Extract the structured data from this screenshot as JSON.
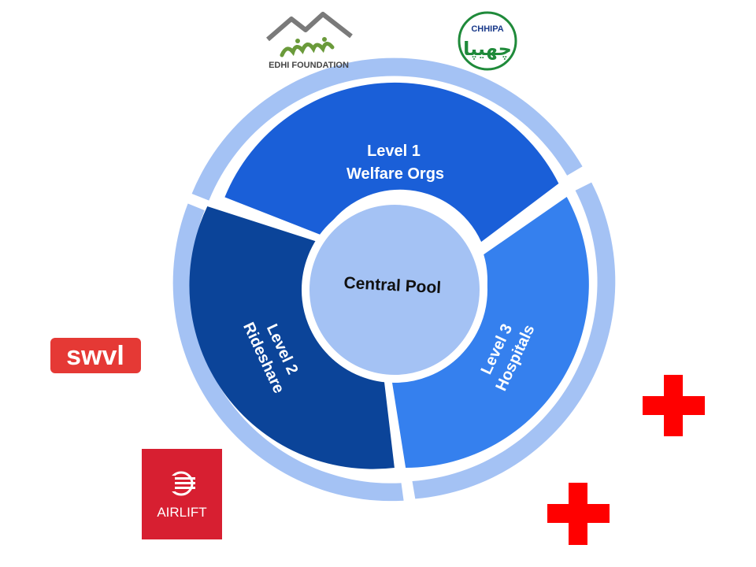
{
  "diagram": {
    "center": {
      "label": "Central Pool"
    },
    "segments": [
      {
        "id": "level1",
        "line1": "Level 1",
        "line2": "Welfare Orgs"
      },
      {
        "id": "level2",
        "line1": "Level 2",
        "line2": "Rideshare"
      },
      {
        "id": "level3",
        "line1": "Level 3",
        "line2": "Hospitals"
      }
    ]
  },
  "logos": {
    "edhi": {
      "text": "EDHI FOUNDATION"
    },
    "chhipa": {
      "text": "CHHIPA",
      "urdu": "چھیپا"
    },
    "swvl": {
      "text": "swvl"
    },
    "airlift": {
      "text": "AIRLIFT"
    }
  },
  "colors": {
    "outer_ring": "#a4c2f4",
    "level1": "#1a5fd8",
    "level2": "#0b4499",
    "level3": "#3580ee",
    "center": "#a4c2f4",
    "swvl": "#e53935",
    "airlift": "#d71f31",
    "cross": "#ff0000",
    "edhi_green": "#6a9a3a",
    "chhipa_green": "#1f8a3a"
  }
}
